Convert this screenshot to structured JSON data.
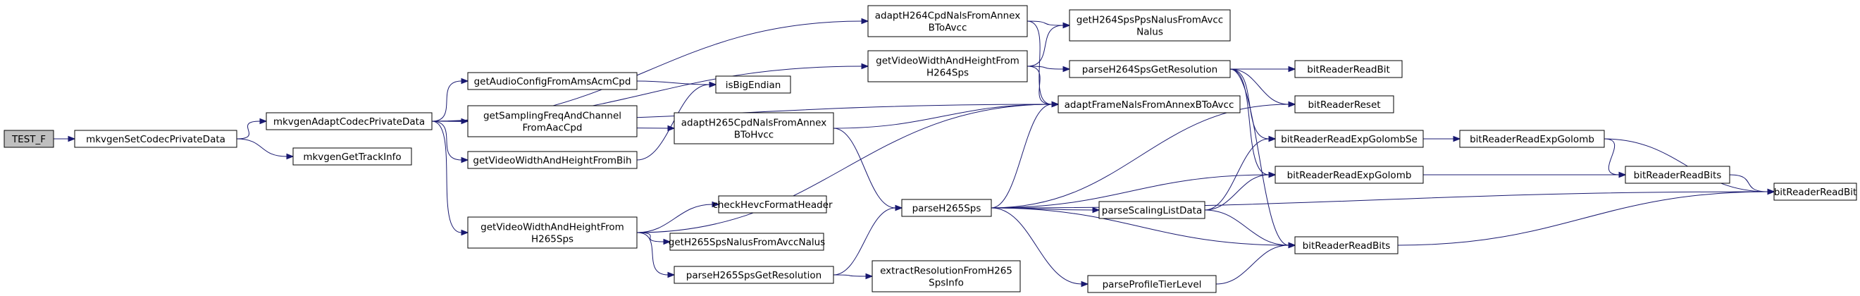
{
  "nodes": [
    {
      "id": "n0",
      "lines": [
        "TEST_F"
      ],
      "root": true
    },
    {
      "id": "n1",
      "lines": [
        "mkvgenSetCodecPrivateData"
      ]
    },
    {
      "id": "n2",
      "lines": [
        "mkvgenAdaptCodecPrivateData"
      ]
    },
    {
      "id": "n3",
      "lines": [
        "mkvgenGetTrackInfo"
      ]
    },
    {
      "id": "n4",
      "lines": [
        "adaptH264CpdNalsFromAnnex",
        "BToAvcc"
      ]
    },
    {
      "id": "n5",
      "lines": [
        "getH264SpsPpsNalusFromAvcc",
        "Nalus"
      ]
    },
    {
      "id": "n6",
      "lines": [
        "getVideoWidthAndHeightFrom",
        "H264Sps"
      ]
    },
    {
      "id": "n7",
      "lines": [
        "parseH264SpsGetResolution"
      ]
    },
    {
      "id": "n8",
      "lines": [
        "bitReaderReadBit"
      ]
    },
    {
      "id": "n9",
      "lines": [
        "getAudioConfigFromAmsAcmCpd"
      ]
    },
    {
      "id": "n10",
      "lines": [
        "isBigEndian"
      ]
    },
    {
      "id": "n11",
      "lines": [
        "getSamplingFreqAndChannel",
        "FromAacCpd"
      ]
    },
    {
      "id": "n12",
      "lines": [
        "adaptH265CpdNalsFromAnnex",
        "BToHvcc"
      ]
    },
    {
      "id": "n13",
      "lines": [
        "adaptFrameNalsFromAnnexBToAvcc"
      ]
    },
    {
      "id": "n14",
      "lines": [
        "bitReaderReset"
      ]
    },
    {
      "id": "n15",
      "lines": [
        "getVideoWidthAndHeightFromBih"
      ]
    },
    {
      "id": "n16",
      "lines": [
        "bitReaderReadExpGolombSe"
      ]
    },
    {
      "id": "n17",
      "lines": [
        "bitReaderReadExpGolomb"
      ]
    },
    {
      "id": "n18",
      "lines": [
        "bitReaderReadExpGolomb"
      ]
    },
    {
      "id": "n19",
      "lines": [
        "bitReaderReadBits"
      ]
    },
    {
      "id": "n20",
      "lines": [
        "bitReaderReadBit"
      ]
    },
    {
      "id": "n21",
      "lines": [
        "checkHevcFormatHeader"
      ]
    },
    {
      "id": "n22",
      "lines": [
        "parseH265Sps"
      ]
    },
    {
      "id": "n23",
      "lines": [
        "parseScalingListData"
      ]
    },
    {
      "id": "n24",
      "lines": [
        "getVideoWidthAndHeightFrom",
        "H265Sps"
      ]
    },
    {
      "id": "n25",
      "lines": [
        "getH265SpsNalusFromAvccNalus"
      ]
    },
    {
      "id": "n26",
      "lines": [
        "bitReaderReadBits"
      ]
    },
    {
      "id": "n27",
      "lines": [
        "parseH265SpsGetResolution"
      ]
    },
    {
      "id": "n28",
      "lines": [
        "extractResolutionFromH265",
        "SpsInfo"
      ]
    },
    {
      "id": "n29",
      "lines": [
        "parseProfileTierLevel"
      ]
    }
  ],
  "edges": [
    [
      "n0",
      "n1"
    ],
    [
      "n1",
      "n2"
    ],
    [
      "n1",
      "n3"
    ],
    [
      "n2",
      "n4"
    ],
    [
      "n2",
      "n6"
    ],
    [
      "n2",
      "n9"
    ],
    [
      "n2",
      "n11"
    ],
    [
      "n2",
      "n15"
    ],
    [
      "n2",
      "n12"
    ],
    [
      "n2",
      "n24"
    ],
    [
      "n2",
      "n13"
    ],
    [
      "n4",
      "n5"
    ],
    [
      "n4",
      "n13"
    ],
    [
      "n6",
      "n5"
    ],
    [
      "n6",
      "n7"
    ],
    [
      "n6",
      "n13"
    ],
    [
      "n7",
      "n8"
    ],
    [
      "n7",
      "n14"
    ],
    [
      "n7",
      "n18"
    ],
    [
      "n7",
      "n16"
    ],
    [
      "n7",
      "n26"
    ],
    [
      "n9",
      "n10"
    ],
    [
      "n15",
      "n10"
    ],
    [
      "n12",
      "n13"
    ],
    [
      "n12",
      "n22"
    ],
    [
      "n24",
      "n13"
    ],
    [
      "n24",
      "n21"
    ],
    [
      "n24",
      "n25"
    ],
    [
      "n24",
      "n27"
    ],
    [
      "n27",
      "n22"
    ],
    [
      "n27",
      "n28"
    ],
    [
      "n22",
      "n13"
    ],
    [
      "n22",
      "n14"
    ],
    [
      "n22",
      "n18"
    ],
    [
      "n22",
      "n20"
    ],
    [
      "n22",
      "n23"
    ],
    [
      "n22",
      "n26"
    ],
    [
      "n22",
      "n29"
    ],
    [
      "n23",
      "n16"
    ],
    [
      "n23",
      "n18"
    ],
    [
      "n23",
      "n26"
    ],
    [
      "n16",
      "n17"
    ],
    [
      "n17",
      "n19"
    ],
    [
      "n17",
      "n20"
    ],
    [
      "n18",
      "n19"
    ],
    [
      "n19",
      "n20"
    ],
    [
      "n26",
      "n20"
    ],
    [
      "n29",
      "n26"
    ]
  ]
}
